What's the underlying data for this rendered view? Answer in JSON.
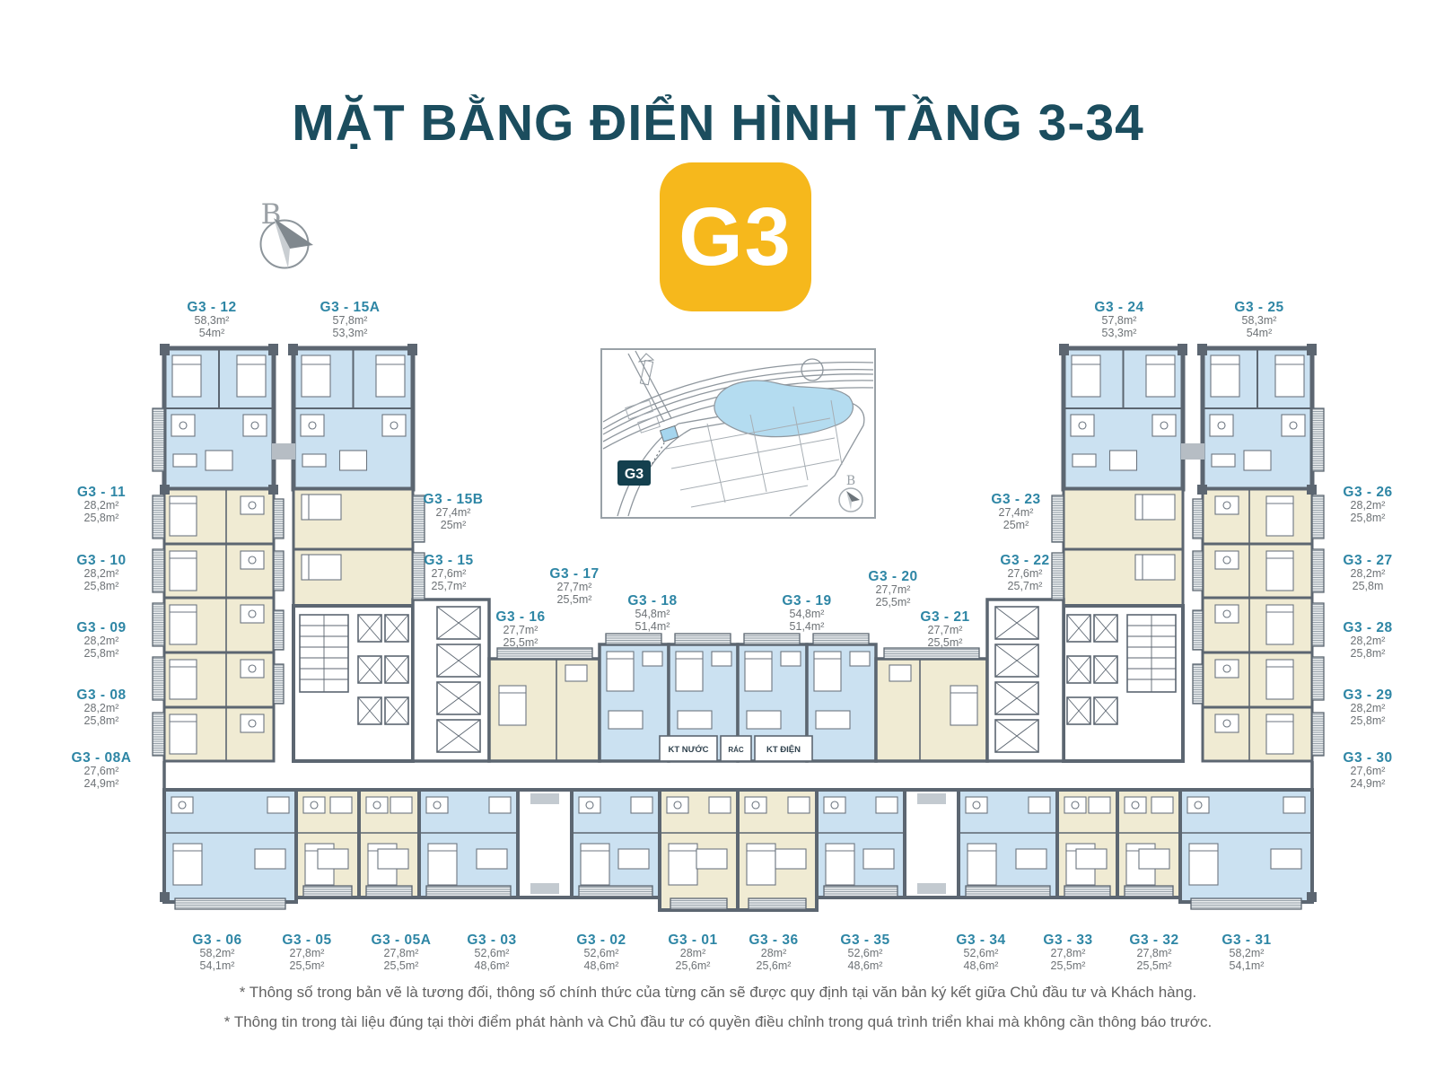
{
  "title": "MẶT BẰNG ĐIỂN HÌNH TẦNG 3-34",
  "logo": {
    "text": "G3"
  },
  "compass": {
    "label": "B"
  },
  "key_plan": {
    "badge": "G3",
    "compass_label": "B"
  },
  "technical_rooms": {
    "water": "KT NƯỚC",
    "trash": "RÁC",
    "electric": "KT ĐIỆN"
  },
  "footnotes": [
    "* Thông số trong bản vẽ là tương đối, thông số chính thức của từng căn sẽ được quy định tại văn bản ký kết giữa Chủ đầu tư và Khách hàng.",
    "* Thông tin trong tài liệu đúng tại thời điểm phát hành và Chủ đầu tư có quyền điều chỉnh trong quá trình triển khai mà không cần thông báo trước."
  ],
  "colors": {
    "accent_yellow": "#f6b81c",
    "title_teal": "#1b4d5e",
    "label_teal": "#2e86a5",
    "room_blue": "#cbe1f1",
    "room_beige": "#f0ebd3",
    "wall_gray": "#5c6671"
  },
  "units": {
    "g3_12": {
      "id": "G3 - 12",
      "area_gross": "58,3m²",
      "area_net": "54m²"
    },
    "g3_15a": {
      "id": "G3 - 15A",
      "area_gross": "57,8m²",
      "area_net": "53,3m²"
    },
    "g3_24": {
      "id": "G3 - 24",
      "area_gross": "57,8m²",
      "area_net": "53,3m²"
    },
    "g3_25": {
      "id": "G3 - 25",
      "area_gross": "58,3m²",
      "area_net": "54m²"
    },
    "g3_11": {
      "id": "G3 - 11",
      "area_gross": "28,2m²",
      "area_net": "25,8m²"
    },
    "g3_10": {
      "id": "G3 - 10",
      "area_gross": "28,2m²",
      "area_net": "25,8m²"
    },
    "g3_09": {
      "id": "G3 - 09",
      "area_gross": "28,2m²",
      "area_net": "25,8m²"
    },
    "g3_08": {
      "id": "G3 - 08",
      "area_gross": "28,2m²",
      "area_net": "25,8m²"
    },
    "g3_08a": {
      "id": "G3 - 08A",
      "area_gross": "27,6m²",
      "area_net": "24,9m²"
    },
    "g3_26": {
      "id": "G3 - 26",
      "area_gross": "28,2m²",
      "area_net": "25,8m²"
    },
    "g3_27": {
      "id": "G3 - 27",
      "area_gross": "28,2m²",
      "area_net": "25,8m"
    },
    "g3_28": {
      "id": "G3 - 28",
      "area_gross": "28,2m²",
      "area_net": "25,8m²"
    },
    "g3_29": {
      "id": "G3 - 29",
      "area_gross": "28,2m²",
      "area_net": "25,8m²"
    },
    "g3_30": {
      "id": "G3 - 30",
      "area_gross": "27,6m²",
      "area_net": "24,9m²"
    },
    "g3_15b": {
      "id": "G3 - 15B",
      "area_gross": "27,4m²",
      "area_net": "25m²"
    },
    "g3_15": {
      "id": "G3 - 15",
      "area_gross": "27,6m²",
      "area_net": "25,7m²"
    },
    "g3_16": {
      "id": "G3 - 16",
      "area_gross": "27,7m²",
      "area_net": "25,5m²"
    },
    "g3_17": {
      "id": "G3 - 17",
      "area_gross": "27,7m²",
      "area_net": "25,5m²"
    },
    "g3_18": {
      "id": "G3 - 18",
      "area_gross": "54,8m²",
      "area_net": "51,4m²"
    },
    "g3_19": {
      "id": "G3 - 19",
      "area_gross": "54,8m²",
      "area_net": "51,4m²"
    },
    "g3_20": {
      "id": "G3 - 20",
      "area_gross": "27,7m²",
      "area_net": "25,5m²"
    },
    "g3_21": {
      "id": "G3 - 21",
      "area_gross": "27,7m²",
      "area_net": "25,5m²"
    },
    "g3_22": {
      "id": "G3 - 22",
      "area_gross": "27,6m²",
      "area_net": "25,7m²"
    },
    "g3_23": {
      "id": "G3 - 23",
      "area_gross": "27,4m²",
      "area_net": "25m²"
    },
    "g3_06": {
      "id": "G3 - 06",
      "area_gross": "58,2m²",
      "area_net": "54,1m²"
    },
    "g3_05": {
      "id": "G3 - 05",
      "area_gross": "27,8m²",
      "area_net": "25,5m²"
    },
    "g3_05a": {
      "id": "G3 - 05A",
      "area_gross": "27,8m²",
      "area_net": "25,5m²"
    },
    "g3_03": {
      "id": "G3 - 03",
      "area_gross": "52,6m²",
      "area_net": "48,6m²"
    },
    "g3_02": {
      "id": "G3 - 02",
      "area_gross": "52,6m²",
      "area_net": "48,6m²"
    },
    "g3_01": {
      "id": "G3 - 01",
      "area_gross": "28m²",
      "area_net": "25,6m²"
    },
    "g3_36": {
      "id": "G3 - 36",
      "area_gross": "28m²",
      "area_net": "25,6m²"
    },
    "g3_35": {
      "id": "G3 - 35",
      "area_gross": "52,6m²",
      "area_net": "48,6m²"
    },
    "g3_34": {
      "id": "G3 - 34",
      "area_gross": "52,6m²",
      "area_net": "48,6m²"
    },
    "g3_33": {
      "id": "G3 - 33",
      "area_gross": "27,8m²",
      "area_net": "25,5m²"
    },
    "g3_32": {
      "id": "G3 - 32",
      "area_gross": "27,8m²",
      "area_net": "25,5m²"
    },
    "g3_31": {
      "id": "G3 - 31",
      "area_gross": "58,2m²",
      "area_net": "54,1m²"
    }
  }
}
